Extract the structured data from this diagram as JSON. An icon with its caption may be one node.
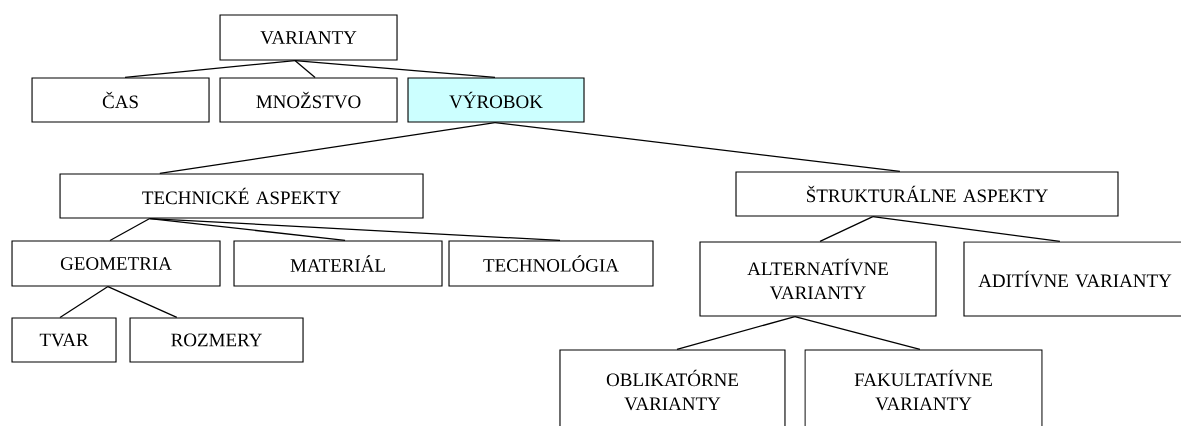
{
  "diagram": {
    "nodes": [
      {
        "text": [
          "VARIANTY"
        ]
      },
      {
        "text": [
          "ČAS"
        ]
      },
      {
        "text": [
          "MNOŽSTVO"
        ]
      },
      {
        "text": [
          "VÝROBOK"
        ]
      },
      {
        "text": [
          "TECHNICKÉ ASPEKTY"
        ]
      },
      {
        "text": [
          "ŠTRUKTURÁLNE ASPEKTY"
        ]
      },
      {
        "text": [
          "GEOMETRIA"
        ]
      },
      {
        "text": [
          "MATERIÁL"
        ]
      },
      {
        "text": [
          "TECHNOLÓGIA"
        ]
      },
      {
        "text": [
          "ALTERNATÍVNE VARIANTY"
        ]
      },
      {
        "text": [
          "ADITÍVNE VARIANTY"
        ]
      },
      {
        "text": [
          "TVAR"
        ]
      },
      {
        "text": [
          "ROZMERY"
        ]
      },
      {
        "text": [
          "OBLIKATÓRNE VARIANTY"
        ]
      },
      {
        "text": [
          "FAKULTATÍVNE VARIANTY"
        ]
      }
    ],
    "edges": [
      {
        "from": 0,
        "to": 1,
        "arrow": "none"
      },
      {
        "from": 0,
        "to": 2,
        "arrow": "none"
      },
      {
        "from": 0,
        "to": 3,
        "arrow": "none"
      },
      {
        "from": 3,
        "to": 4,
        "arrow": "none"
      },
      {
        "from": 3,
        "to": 5,
        "arrow": "none"
      },
      {
        "from": 4,
        "to": 6,
        "arrow": "none"
      },
      {
        "from": 4,
        "to": 7,
        "arrow": "none"
      },
      {
        "from": 4,
        "to": 8,
        "arrow": "none"
      },
      {
        "from": 6,
        "to": 11,
        "arrow": "none"
      },
      {
        "from": 6,
        "to": 12,
        "arrow": "none"
      },
      {
        "from": 5,
        "to": 9,
        "arrow": "none"
      },
      {
        "from": 5,
        "to": 10,
        "arrow": "none"
      },
      {
        "from": 9,
        "to": 13,
        "arrow": "none"
      },
      {
        "from": 9,
        "to": 14,
        "arrow": "none"
      }
    ]
  }
}
